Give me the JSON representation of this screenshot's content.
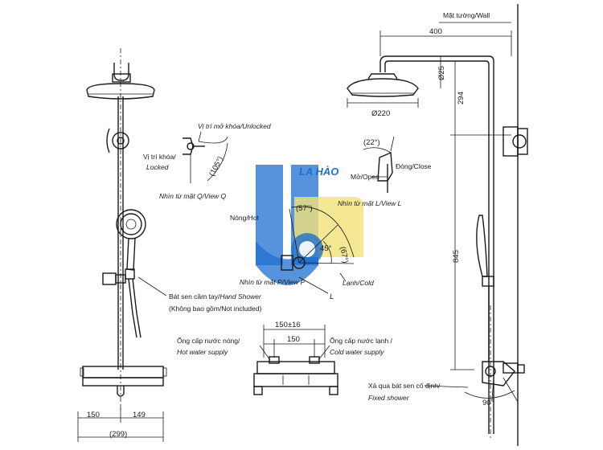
{
  "labels": {
    "wall": "Mặt tường/Wall",
    "unlocked": "Vị trí mở khóa/Unlocked",
    "locked_vn": "Vị trí khóa/",
    "locked_en": "Locked",
    "view_q": "Nhìn từ mặt Q/View Q",
    "view_l": "Nhìn từ mặt L/View L",
    "view_p": "Nhìn từ mặt P/View P",
    "close": "Đóng/Close",
    "open": "Mở/Open",
    "hot": "Nóng/Hot",
    "cold": "Lạnh/Cold",
    "hand_shower_vn": "Bát sen cầm tay/",
    "hand_shower_en": "Hand Shower",
    "not_included": "(Không bao gồm/Not included)",
    "hot_supply_vn": "Ống cấp nước nóng/",
    "hot_supply_en": "Hot water supply",
    "cold_supply_vn": "Ống cấp nước lạnh /",
    "cold_supply_en": "Cold water supply",
    "fixed_vn": "Xả qua bát sen cố định/",
    "fixed_en": "Fixed shower",
    "watermark": "LA HÀO"
  },
  "dimensions": {
    "d400": "400",
    "d220": "Ø220",
    "d25": "Ø25",
    "d294": "294",
    "d845": "845",
    "d150_16": "150±16",
    "d150_mid": "150",
    "d150_left": "150",
    "d149": "149",
    "d299": "(299)",
    "a105": "(105°)",
    "a22": "(22°)",
    "a57": "(57°)",
    "a45": "45°",
    "a67": "(67°)",
    "a90": "90°",
    "mark_l": "L"
  },
  "colors": {
    "line": "#1a1a1a",
    "watermark_blue": "#1f6fd0",
    "watermark_yellow": "#f3e27a"
  }
}
